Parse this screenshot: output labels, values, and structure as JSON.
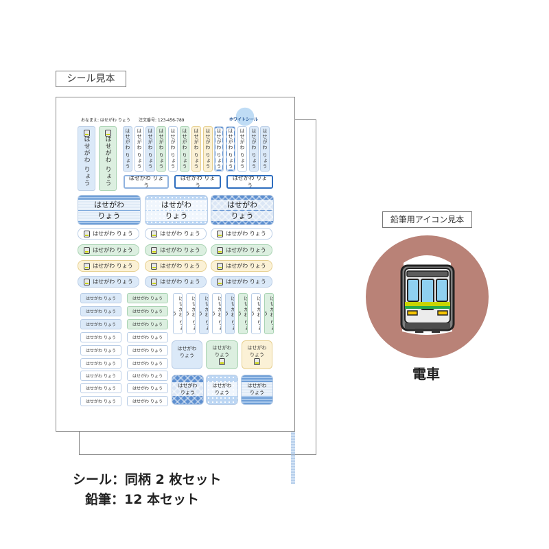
{
  "sticker_tag": "シール見本",
  "pencil_tag": "鉛筆用アイコン見本",
  "icon_caption": "電車",
  "sheet": {
    "name_line": "おなまえ: はせがわ りょう",
    "order_line": "注文番号: 123-456-789",
    "white_seal": "ホワイトシール",
    "name_short": "はせがわ りょう",
    "name_top": "はせがわ",
    "name_bottom": "りょう"
  },
  "summary": {
    "line1": "シール：同柄 2 枚セット",
    "line2": "鉛筆：12 本セット"
  },
  "colors": {
    "icon_circle": "#b98277",
    "accent_blue": "#2d6dbe",
    "train_stripe": "#c9d400"
  }
}
